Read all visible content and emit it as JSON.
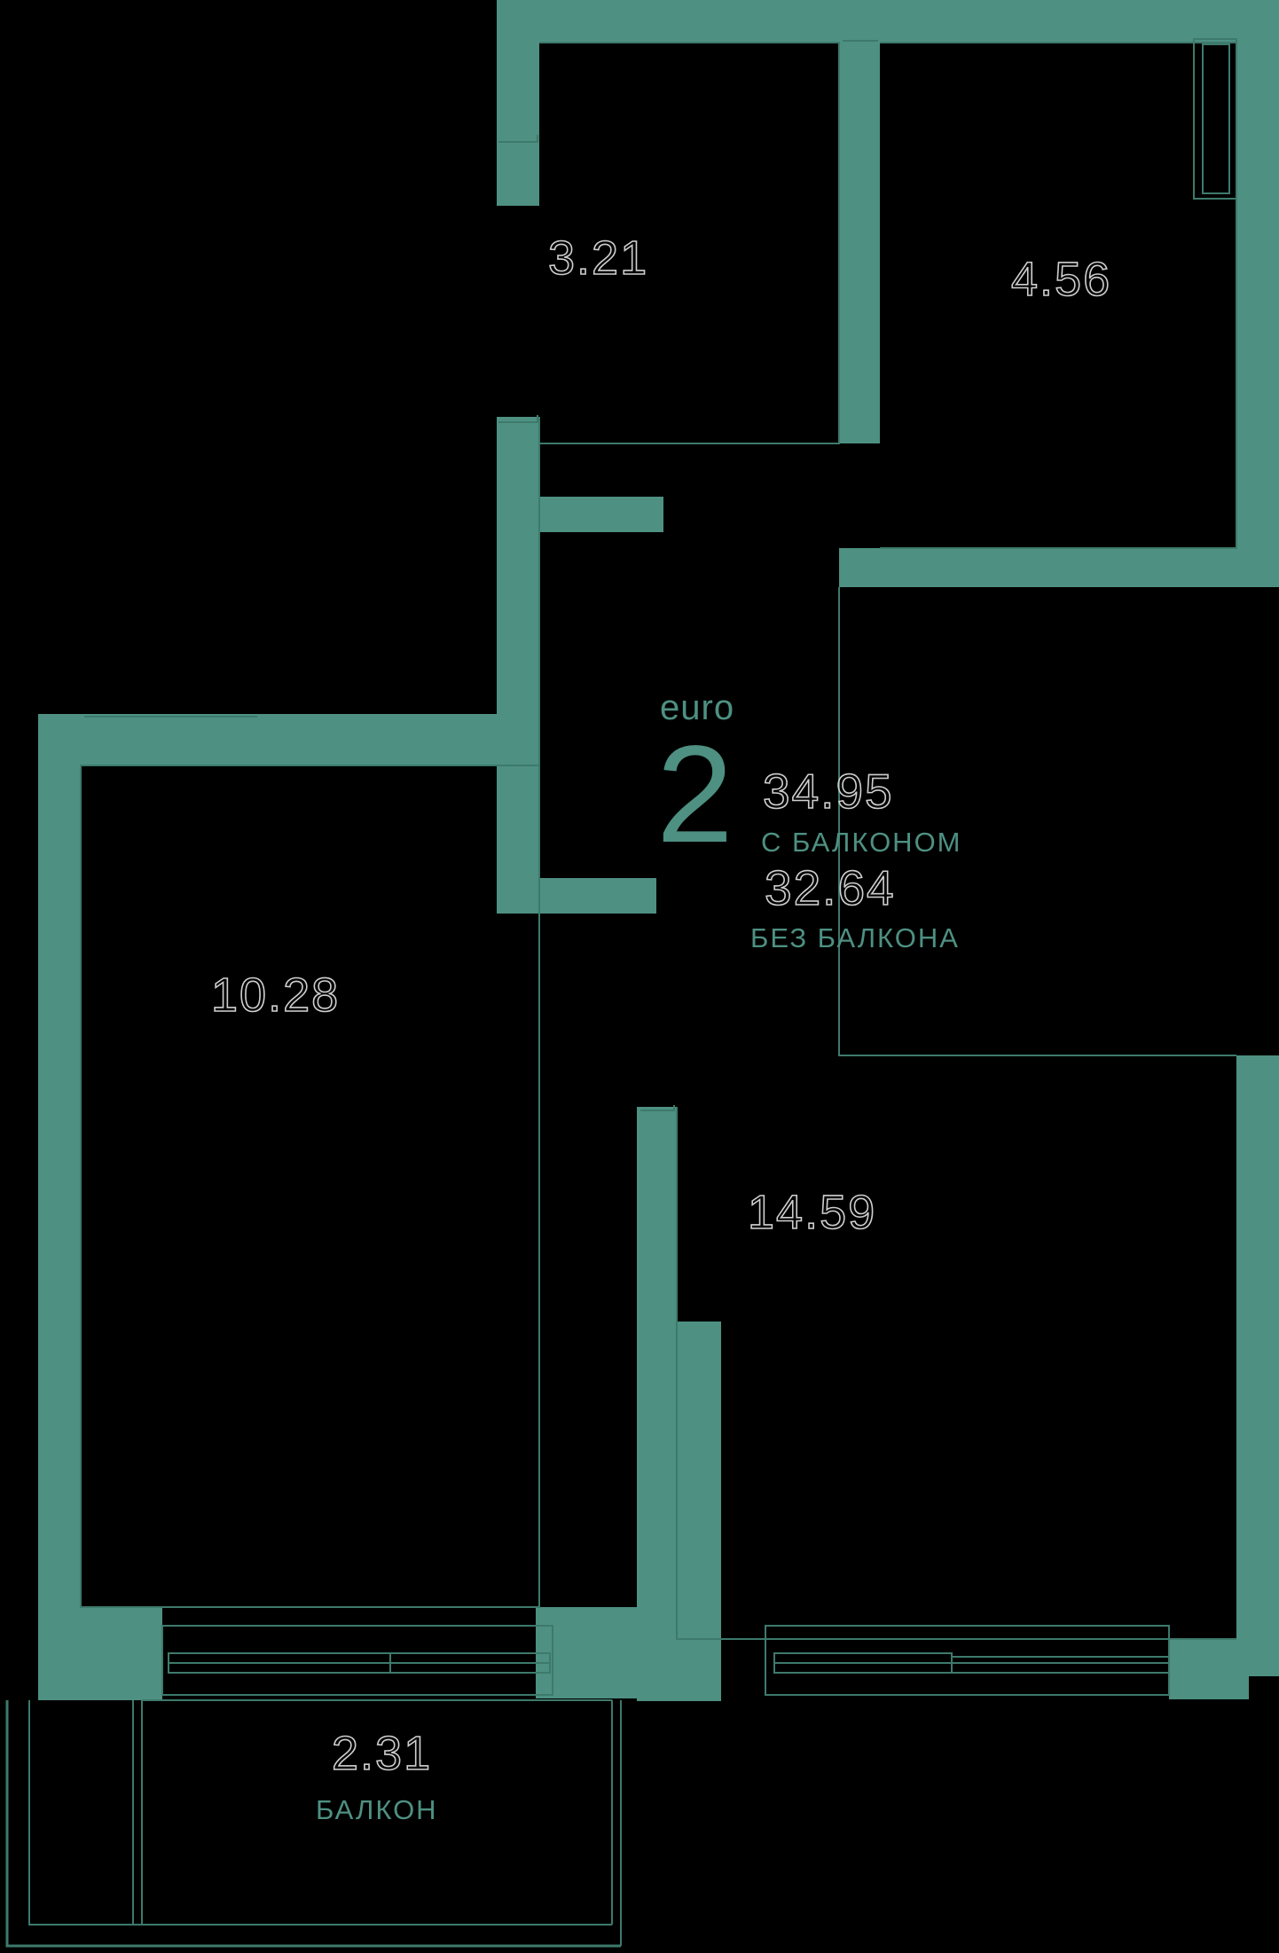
{
  "plan": {
    "type": "apartment-floor-plan",
    "colors": {
      "background": "#000000",
      "wall": "#4e9082",
      "thin_line": "#3d7a6c",
      "area_text_outline": "#cfcfcf",
      "accent_text": "#4e9082"
    },
    "summary": {
      "layout_word": "euro",
      "rooms_count": "2",
      "total_with_balcony": "34.95",
      "total_with_balcony_label": "С БАЛКОНОМ",
      "total_without_balcony": "32.64",
      "total_without_balcony_label": "БЕЗ БАЛКОНА"
    },
    "rooms": [
      {
        "id": "bathroom",
        "area": "3.21",
        "label": ""
      },
      {
        "id": "hall",
        "area": "4.56",
        "label": ""
      },
      {
        "id": "bedroom",
        "area": "10.28",
        "label": ""
      },
      {
        "id": "living-room",
        "area": "14.59",
        "label": ""
      },
      {
        "id": "balcony",
        "area": "2.31",
        "label": "БАЛКОН"
      }
    ]
  }
}
